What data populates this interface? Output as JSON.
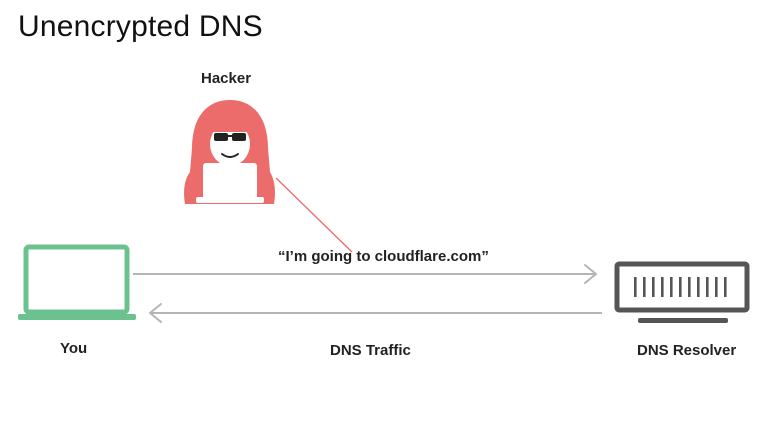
{
  "title": "Unencrypted DNS",
  "actors": {
    "hacker": {
      "label": "Hacker",
      "icon": "hacker-icon",
      "color": "#ec6b6b"
    },
    "you": {
      "label": "You",
      "icon": "laptop-icon",
      "color": "#6cc28e"
    },
    "resolver": {
      "label": "DNS Resolver",
      "icon": "server-icon",
      "color": "#555555"
    }
  },
  "traffic": {
    "label": "DNS Traffic",
    "message": "“I’m going to cloudflare.com”",
    "arrow_color": "#b5b5b5",
    "intercept_color": "#ec6b6b"
  }
}
